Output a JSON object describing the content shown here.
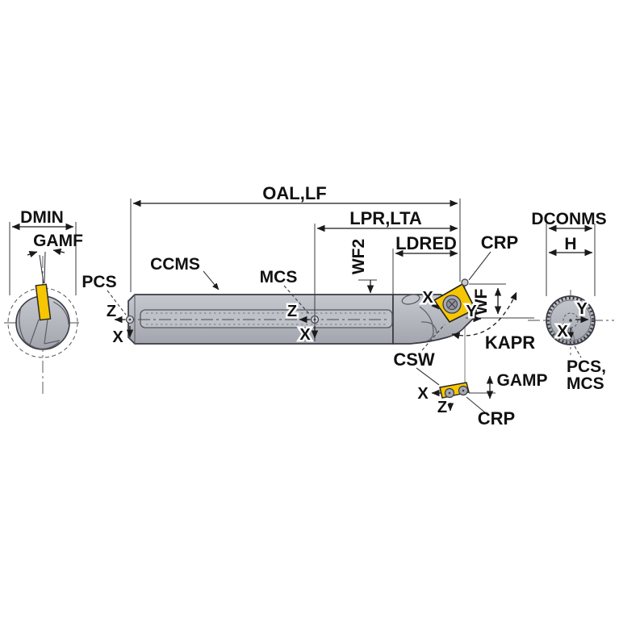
{
  "colors": {
    "background": "#ffffff",
    "body": "#b7b9c1",
    "body_light": "#c8cad1",
    "body_dark": "#a4a6af",
    "outline": "#3a3b42",
    "slot": "#bfc1c9",
    "insert": "#f6c600",
    "screw": "#a6a8b2",
    "line": "#1a1a1a",
    "text": "#111111"
  },
  "labels": {
    "dims": {
      "oal": "OAL,LF",
      "lpr": "LPR,LTA",
      "ldred": "LDRED",
      "wf2": "WF2",
      "wf": "WF",
      "kapr": "KAPR",
      "gamp": "GAMP",
      "dmin": "DMIN",
      "gamf": "GAMF",
      "dconms": "DCONMS",
      "h": "H",
      "csw": "CSW",
      "crp_top": "CRP",
      "crp_bottom": "CRP"
    },
    "points": {
      "pcs": "PCS",
      "ccms": "CCMS",
      "mcs": "MCS",
      "pcs_mcs_line1": "PCS,",
      "pcs_mcs_line2": "MCS"
    },
    "axes": {
      "x": "X",
      "y": "Y",
      "z": "Z"
    }
  }
}
